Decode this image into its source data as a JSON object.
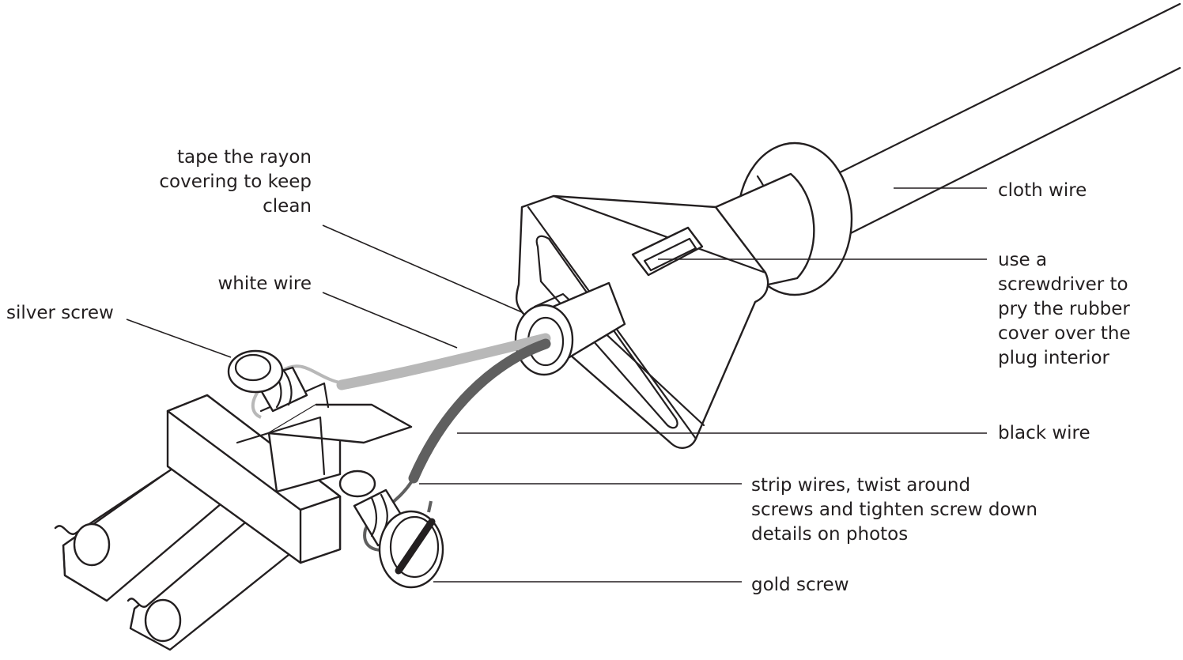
{
  "labels": {
    "tape_rayon": "tape the rayon\ncovering to keep\nclean",
    "white_wire": "white wire",
    "silver_screw": "silver screw",
    "cloth_wire": "cloth wire",
    "screwdriver": "use a\nscrewdriver to\npry the rubber\ncover over the\nplug interior",
    "black_wire": "black wire",
    "strip_wires": "strip wires, twist around\nscrews and tighten screw down\ndetails on photos",
    "gold_screw": "gold screw"
  },
  "colors": {
    "line": "#231f20",
    "white_wire": "#b8b8b8",
    "black_wire": "#5f5f5f",
    "background": "#ffffff"
  }
}
